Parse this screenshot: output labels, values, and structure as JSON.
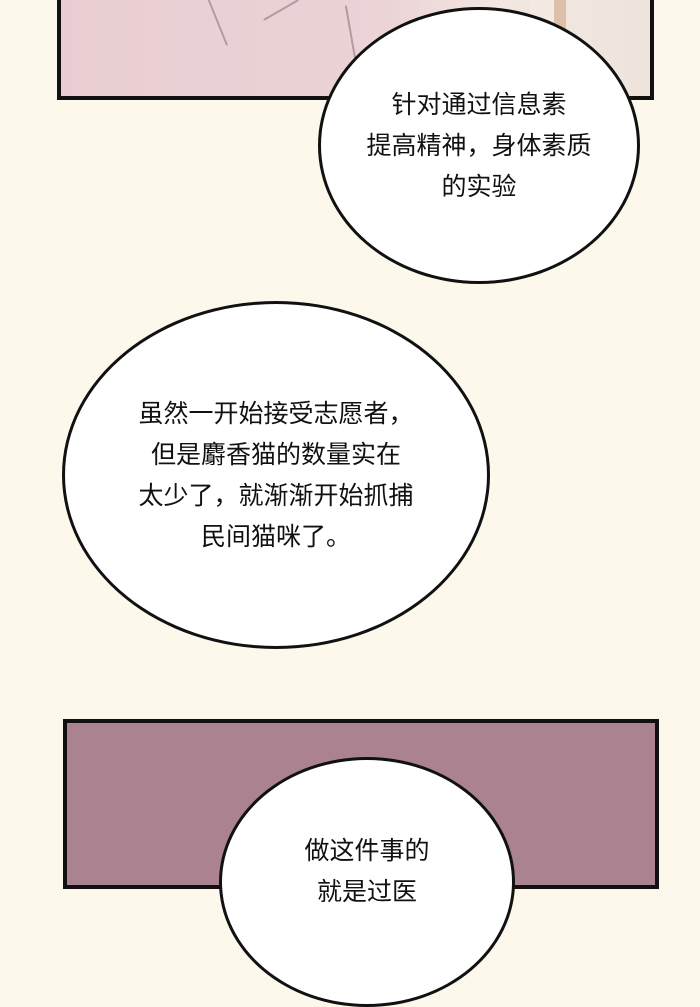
{
  "colors": {
    "page_background": "#fdf8ec",
    "panel_border": "#111111",
    "bottom_panel_fill": "#aa8290",
    "top_panel_fill": "#e9cdd2"
  },
  "bubbles": [
    {
      "lines": [
        "针对通过信息素",
        "提高精神，身体素质",
        "的实验"
      ]
    },
    {
      "lines": [
        "虽然一开始接受志愿者，",
        "但是麝香猫的数量实在",
        "太少了，就渐渐开始抓捕",
        "民间猫咪了。"
      ]
    },
    {
      "lines": [
        "做这件事的",
        "就是过医"
      ]
    }
  ]
}
